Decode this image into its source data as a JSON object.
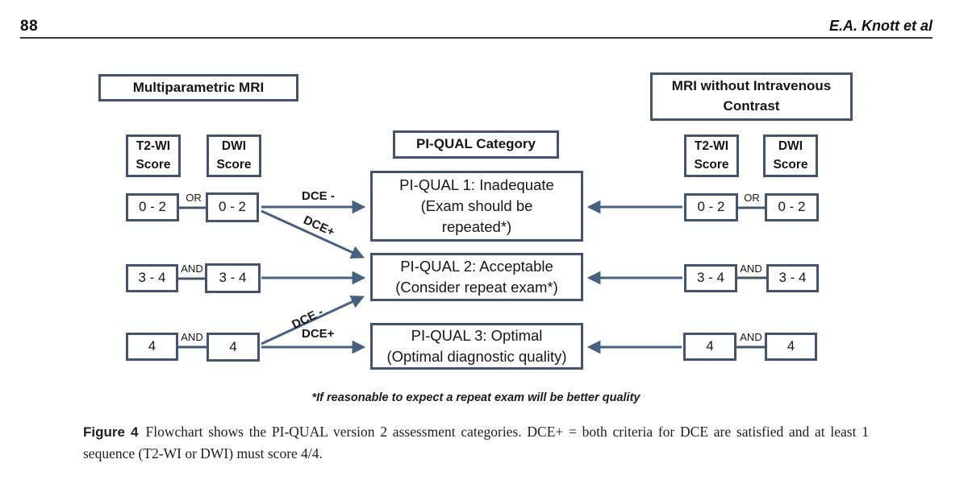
{
  "page": {
    "number": "88",
    "running_head": "E.A. Knott et al"
  },
  "diagram": {
    "left": {
      "title": "Multiparametric MRI",
      "col_headers": [
        "T2-WI Score",
        "DWI Score"
      ],
      "rows": [
        {
          "a": "0 - 2",
          "op": "OR",
          "b": "0 - 2"
        },
        {
          "a": "3 - 4",
          "op": "AND",
          "b": "3 - 4"
        },
        {
          "a": "4",
          "op": "AND",
          "b": "4"
        }
      ]
    },
    "center": {
      "title": "PI-QUAL Category",
      "categories": [
        {
          "lines": [
            "PI-QUAL 1: Inadequate",
            "(Exam should be",
            "repeated*)"
          ]
        },
        {
          "lines": [
            "PI-QUAL 2: Acceptable",
            "(Consider repeat exam*)"
          ]
        },
        {
          "lines": [
            "PI-QUAL 3: Optimal",
            "(Optimal diagnostic quality)"
          ]
        }
      ]
    },
    "right": {
      "title": "MRI without Intravenous Contrast",
      "col_headers": [
        "T2-WI Score",
        "DWI Score"
      ],
      "rows": [
        {
          "a": "0 - 2",
          "op": "OR",
          "b": "0 - 2"
        },
        {
          "a": "3 - 4",
          "op": "AND",
          "b": "3 - 4"
        },
        {
          "a": "4",
          "op": "AND",
          "b": "4"
        }
      ]
    },
    "arrow_labels": {
      "row1_straight": "DCE -",
      "row1_diagonal": "DCE+",
      "row3_diagonal": "DCE -",
      "row3_straight": "DCE+"
    },
    "footnote": "*If reasonable to expect a repeat exam will be better quality",
    "colors": {
      "box_border": "#44546A",
      "arrow": "#46617F"
    }
  },
  "caption": {
    "label": "Figure 4",
    "text": "Flowchart shows the PI-QUAL version 2 assessment categories. DCE+ = both criteria for DCE are satisfied and at least 1 sequence (T2-WI or DWI) must score 4/4."
  }
}
